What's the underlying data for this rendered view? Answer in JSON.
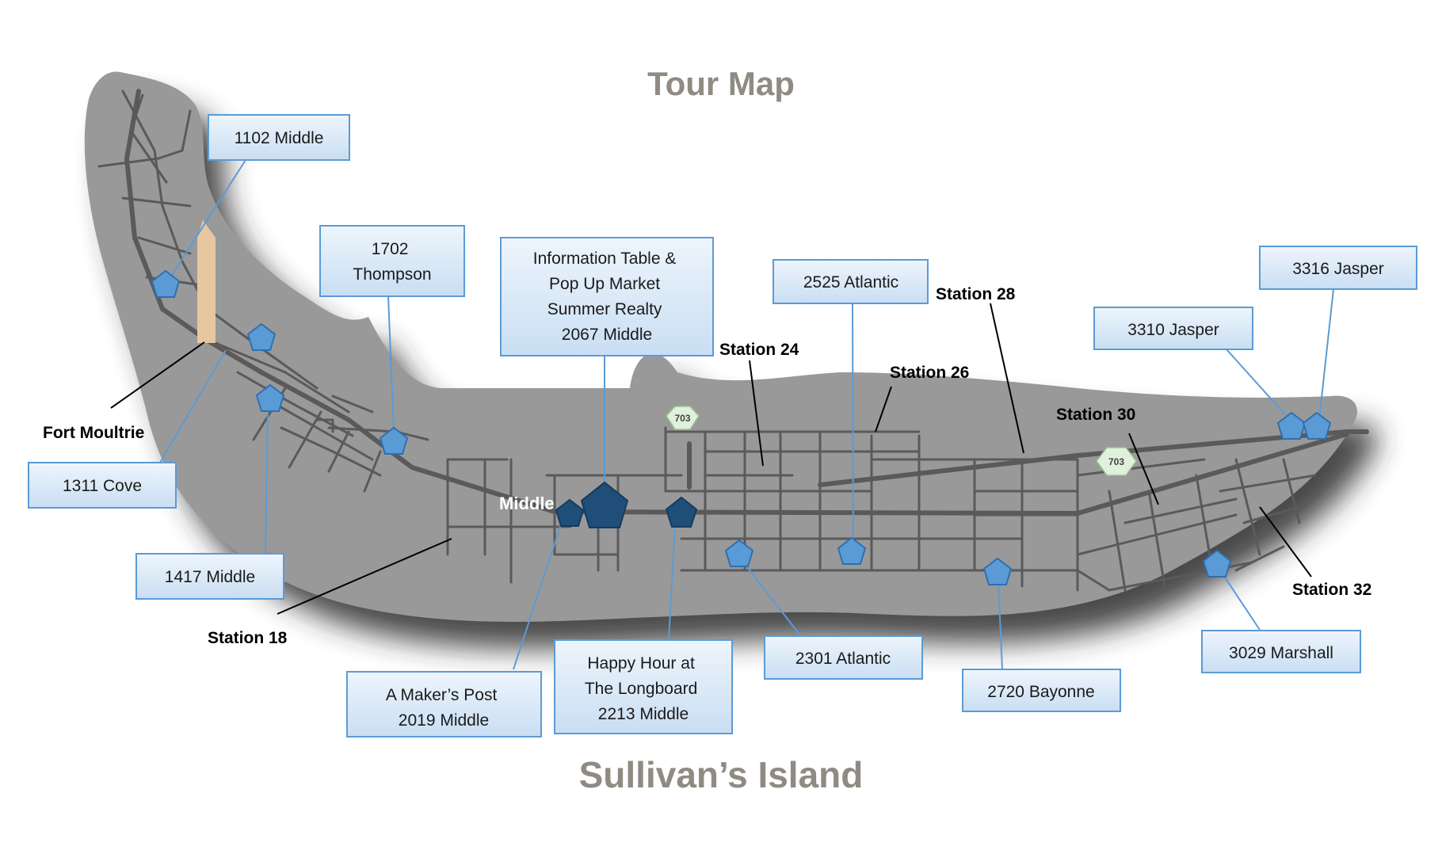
{
  "map_title": "Tour Map",
  "island_name": "Sullivan’s Island",
  "street_label": "Middle",
  "landmark": "Fort Moultrie",
  "route_shield": "703",
  "stations": [
    "Station 18",
    "Station 24",
    "Station 26",
    "Station 28",
    "Station 30",
    "Station 32"
  ],
  "callouts": [
    {
      "lines": [
        "1102 Middle"
      ]
    },
    {
      "lines": [
        "1702",
        "Thompson"
      ]
    },
    {
      "lines": [
        "Information Table &",
        "Pop Up Market",
        "Summer Realty",
        "2067 Middle"
      ]
    },
    {
      "lines": [
        "2525 Atlantic"
      ]
    },
    {
      "lines": [
        "3316 Jasper"
      ]
    },
    {
      "lines": [
        "3310 Jasper"
      ]
    },
    {
      "lines": [
        "1311 Cove"
      ]
    },
    {
      "lines": [
        "1417 Middle"
      ]
    },
    {
      "lines": [
        "A Maker’s Post",
        "2019 Middle"
      ]
    },
    {
      "lines": [
        "Happy Hour at",
        "The Longboard",
        "2213 Middle"
      ]
    },
    {
      "lines": [
        "2301 Atlantic"
      ]
    },
    {
      "lines": [
        "2720 Bayonne"
      ]
    },
    {
      "lines": [
        "3029 Marshall"
      ]
    }
  ],
  "colors": {
    "island": "#999999",
    "shadow": "#2b2b2b",
    "roads": "#5a5a5a",
    "marker": "#5b9bd5",
    "marker_featured": "#1f4e79",
    "callout_fill": "#dbe9f7",
    "callout_border": "#5b9bd5",
    "title": "#8f8b82",
    "fort": "#e6c7a0",
    "shield": "#dff0dc"
  }
}
